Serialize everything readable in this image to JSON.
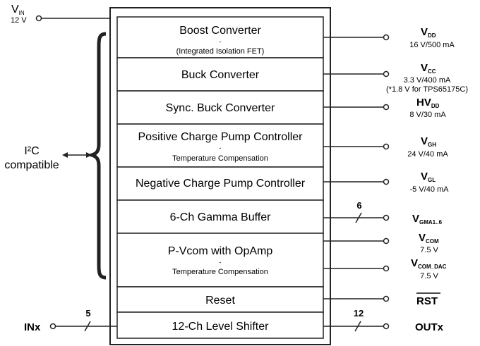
{
  "vin": {
    "label": "V",
    "sub": "IN",
    "value": "12 V"
  },
  "i2c": {
    "line1": "I²C",
    "line2": "compatible"
  },
  "blocks": [
    {
      "title": "Boost Converter",
      "dash": "-",
      "subtitle": "(Integrated Isolation FET)"
    },
    {
      "title": "Buck Converter"
    },
    {
      "title": "Sync. Buck Converter"
    },
    {
      "title": "Positive Charge Pump Controller",
      "dash": "-",
      "subtitle": "Temperature Compensation"
    },
    {
      "title": "Negative Charge Pump Controller"
    },
    {
      "title": "6-Ch Gamma Buffer"
    },
    {
      "title": "P-Vcom with OpAmp",
      "dash": "-",
      "subtitle": "Temperature Compensation"
    },
    {
      "title": "Reset"
    },
    {
      "title": "12-Ch Level Shifter"
    }
  ],
  "outputs": [
    {
      "name": "V",
      "sub": "DD",
      "spec": "16 V/500 mA"
    },
    {
      "name": "V",
      "sub": "CC",
      "spec": "3.3 V/400 mA",
      "note": "(*1.8 V for TPS65175C)"
    },
    {
      "name": "HV",
      "sub": "DD",
      "spec": "8 V/30 mA"
    },
    {
      "name": "V",
      "sub": "GH",
      "spec": "24 V/40 mA"
    },
    {
      "name": "V",
      "sub": "GL",
      "spec": "-5 V/40 mA"
    },
    {
      "name": "V",
      "sub": "GMA1..6",
      "bus": "6"
    },
    {
      "name": "V",
      "sub": "COM",
      "spec": "7.5 V"
    },
    {
      "name": "V",
      "sub": "COM_DAC",
      "spec": "7.5 V"
    },
    {
      "name": "RST"
    },
    {
      "name": "OUTx",
      "bus": "12"
    }
  ],
  "input": {
    "name": "INx",
    "bus": "5"
  }
}
